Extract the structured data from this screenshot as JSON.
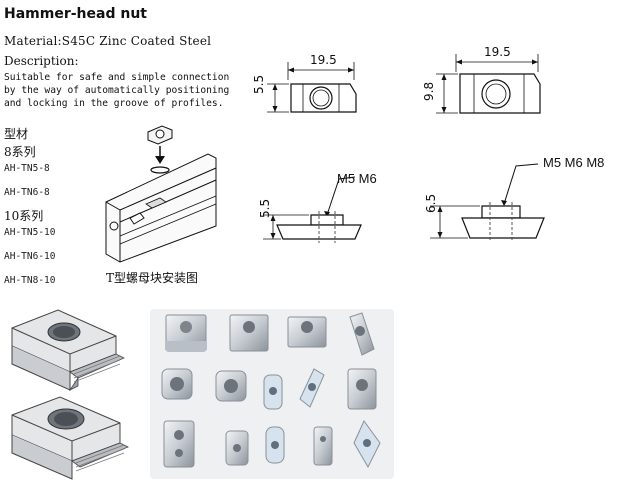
{
  "title": "Hammer-head nut",
  "material": "Material:S45C Zinc Coated Steel",
  "description": {
    "heading": "Description:",
    "lines": [
      "Suitable for safe and simple connection",
      "by the way of automatically positioning",
      "and locking in the groove of profiles."
    ]
  },
  "catalog": {
    "heading": "型材",
    "series8": {
      "label": "8系列",
      "items": [
        "AH-TN5-8",
        "AH-TN6-8"
      ]
    },
    "series10": {
      "label": "10系列",
      "items": [
        "AH-TN5-10",
        "AH-TN6-10",
        "AH-TN8-10"
      ]
    }
  },
  "install_caption": "T型螺母块安装图",
  "drawings": {
    "small": {
      "width": "19.5",
      "height": "5.5",
      "side_height": "5.5",
      "thread": "M5 M6"
    },
    "large": {
      "width": "19.5",
      "height": "9.8",
      "side_height": "6.5",
      "thread": "M5 M6 M8"
    }
  },
  "colors": {
    "line": "#111111",
    "dashed": "#444444",
    "metal_light": "#d9dde2",
    "metal_dark": "#8a9098",
    "photo_bg": "#eef0f2"
  }
}
